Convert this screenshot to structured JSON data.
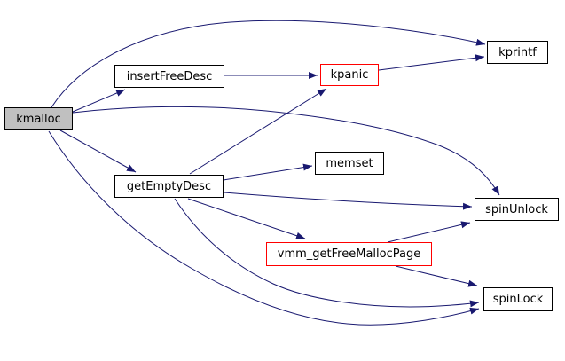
{
  "diagram": {
    "type": "call-graph",
    "root_function": "kmalloc",
    "background_color": "#ffffff",
    "edge_color": "#191970",
    "node_fill": "#ffffff",
    "node_border": "#000000",
    "current_node_fill": "#c0c0c0",
    "alert_border": "#ff0000",
    "nodes": [
      {
        "id": "kmalloc",
        "label": "kmalloc",
        "style": "current"
      },
      {
        "id": "insertFreeDesc",
        "label": "insertFreeDesc",
        "style": "normal"
      },
      {
        "id": "kpanic",
        "label": "kpanic",
        "style": "alert"
      },
      {
        "id": "kprintf",
        "label": "kprintf",
        "style": "normal"
      },
      {
        "id": "getEmptyDesc",
        "label": "getEmptyDesc",
        "style": "normal"
      },
      {
        "id": "memset",
        "label": "memset",
        "style": "normal"
      },
      {
        "id": "spinUnlock",
        "label": "spinUnlock",
        "style": "normal"
      },
      {
        "id": "vmm_getFreeMallocPage",
        "label": "vmm_getFreeMallocPage",
        "style": "alert"
      },
      {
        "id": "spinLock",
        "label": "spinLock",
        "style": "normal"
      }
    ],
    "edges": [
      {
        "from": "kmalloc",
        "to": "kprintf"
      },
      {
        "from": "kmalloc",
        "to": "insertFreeDesc"
      },
      {
        "from": "kmalloc",
        "to": "getEmptyDesc"
      },
      {
        "from": "kmalloc",
        "to": "spinUnlock"
      },
      {
        "from": "kmalloc",
        "to": "spinLock"
      },
      {
        "from": "insertFreeDesc",
        "to": "kpanic"
      },
      {
        "from": "kpanic",
        "to": "kprintf"
      },
      {
        "from": "getEmptyDesc",
        "to": "kpanic"
      },
      {
        "from": "getEmptyDesc",
        "to": "memset"
      },
      {
        "from": "getEmptyDesc",
        "to": "spinUnlock"
      },
      {
        "from": "getEmptyDesc",
        "to": "vmm_getFreeMallocPage"
      },
      {
        "from": "getEmptyDesc",
        "to": "spinLock"
      },
      {
        "from": "vmm_getFreeMallocPage",
        "to": "spinUnlock"
      },
      {
        "from": "vmm_getFreeMallocPage",
        "to": "spinLock"
      }
    ]
  }
}
